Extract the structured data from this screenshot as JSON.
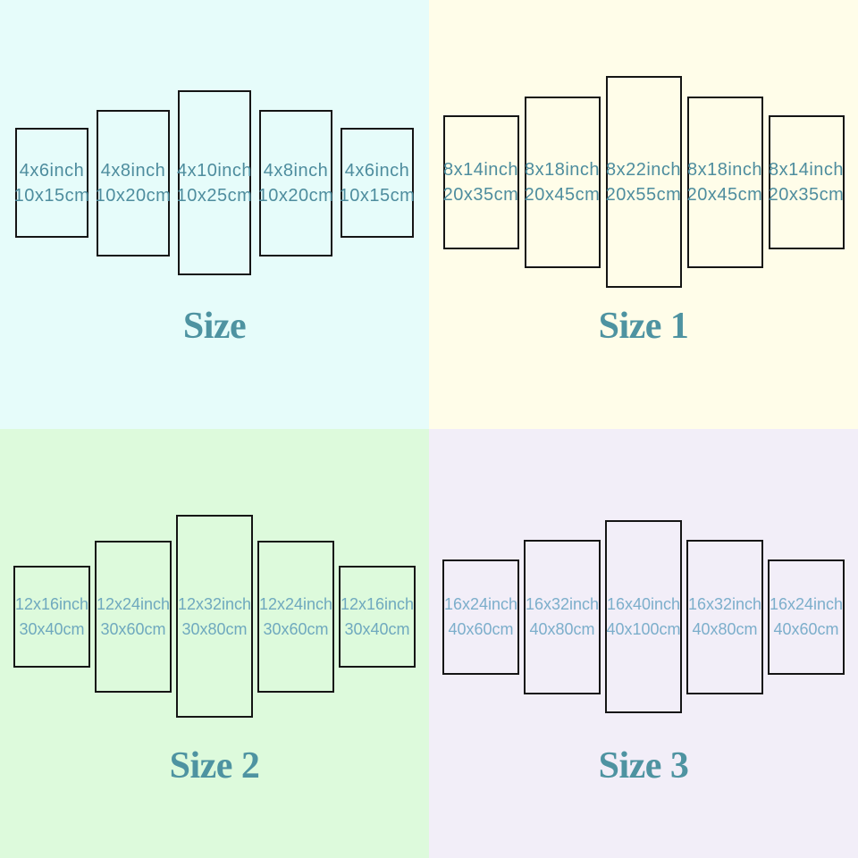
{
  "chart": {
    "title_color": "#4E93A1",
    "panel_border_color": "#151515"
  },
  "quadrants": [
    {
      "title": "Size",
      "bg_color": "#E6FCFA",
      "label_color": "#4E8D9E",
      "panels": [
        {
          "line1": "4x6inch",
          "line2": "10x15cm"
        },
        {
          "line1": "4x8inch",
          "line2": "10x20cm"
        },
        {
          "line1": "4x10inch",
          "line2": "10x25cm"
        },
        {
          "line1": "4x8inch",
          "line2": "10x20cm"
        },
        {
          "line1": "4x6inch",
          "line2": "10x15cm"
        }
      ]
    },
    {
      "title": "Size 1",
      "bg_color": "#FFFDE9",
      "label_color": "#4E8D9E",
      "panels": [
        {
          "line1": "8x14inch",
          "line2": "20x35cm"
        },
        {
          "line1": "8x18inch",
          "line2": "20x45cm"
        },
        {
          "line1": "8x22inch",
          "line2": "20x55cm"
        },
        {
          "line1": "8x18inch",
          "line2": "20x45cm"
        },
        {
          "line1": "8x14inch",
          "line2": "20x35cm"
        }
      ]
    },
    {
      "title": "Size 2",
      "bg_color": "#DDFADC",
      "label_color": "#6FA9BE",
      "panels": [
        {
          "line1": "12x16inch",
          "line2": "30x40cm"
        },
        {
          "line1": "12x24inch",
          "line2": "30x60cm"
        },
        {
          "line1": "12x32inch",
          "line2": "30x80cm"
        },
        {
          "line1": "12x24inch",
          "line2": "30x60cm"
        },
        {
          "line1": "12x16inch",
          "line2": "30x40cm"
        }
      ]
    },
    {
      "title": "Size 3",
      "bg_color": "#F2EEF8",
      "label_color": "#7CAECB",
      "panels": [
        {
          "line1": "16x24inch",
          "line2": "40x60cm"
        },
        {
          "line1": "16x32inch",
          "line2": "40x80cm"
        },
        {
          "line1": "16x40inch",
          "line2": "40x100cm"
        },
        {
          "line1": "16x32inch",
          "line2": "40x80cm"
        },
        {
          "line1": "16x24inch",
          "line2": "40x60cm"
        }
      ]
    }
  ]
}
